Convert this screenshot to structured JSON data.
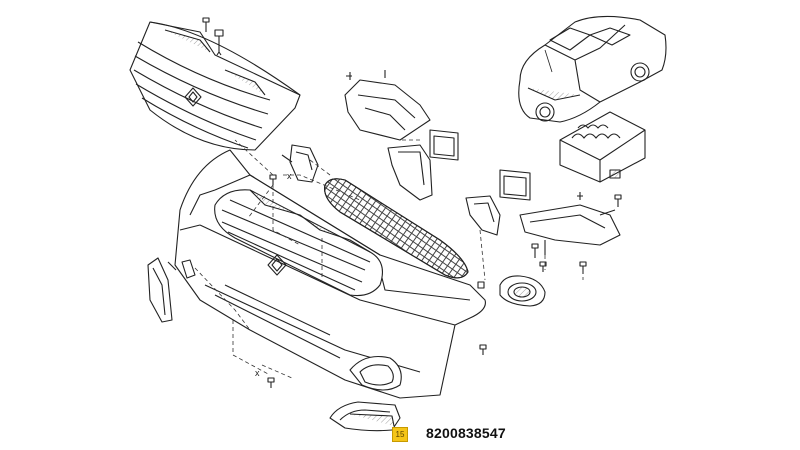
{
  "callout": {
    "index": "15",
    "part_number": "8200838547"
  },
  "dimension_marks": {
    "x_top": "x",
    "x_bottom": "x"
  },
  "colors": {
    "line": "#222222",
    "highlight": "#f5c518",
    "hatch": "#666666"
  },
  "icons": [
    "car-icon",
    "parts-box-icon",
    "screw-icon",
    "clip-icon",
    "renault-logo-icon"
  ]
}
